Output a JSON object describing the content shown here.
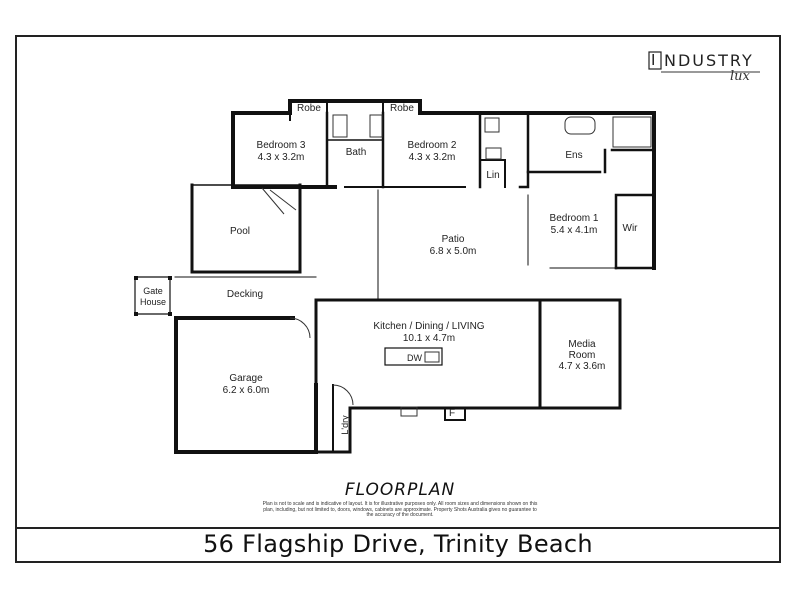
{
  "logo": {
    "word": "NDUSTRY",
    "letter": "I",
    "sub": "lux"
  },
  "title": "FLOORPLAN",
  "disclaimer": "Plan is not to scale and is indicative of layout. It is for illustrative purposes only. All room sizes and dimensions shown on this plan, including, but not limited to, doors, windows, cabinets are approximate. Property Shots Australia gives no guarantee to the accuracy of the document.",
  "address": "56 Flagship Drive, Trinity Beach",
  "rooms": {
    "robe_left": "Robe",
    "robe_right": "Robe",
    "bedroom3": {
      "name": "Bedroom 3",
      "size": "4.3 x 3.2m"
    },
    "bath": "Bath",
    "bedroom2": {
      "name": "Bedroom 2",
      "size": "4.3 x 3.2m"
    },
    "lin": "Lin",
    "ens": "Ens",
    "bedroom1": {
      "name": "Bedroom 1",
      "size": "5.4 x 4.1m"
    },
    "wir": "Wir",
    "pool": "Pool",
    "patio": {
      "name": "Patio",
      "size": "6.8 x 5.0m"
    },
    "gatehouse": {
      "line1": "Gate",
      "line2": "House"
    },
    "decking": "Decking",
    "kitchen": {
      "name": "Kitchen / Dining / LIVING",
      "size": "10.1 x 4.7m"
    },
    "dw": "DW",
    "media": {
      "line1": "Media",
      "line2": "Room",
      "size": "4.7 x 3.6m"
    },
    "garage": {
      "name": "Garage",
      "size": "6.2 x 6.0m"
    },
    "ldry": "L'dry",
    "fridge": "F"
  }
}
